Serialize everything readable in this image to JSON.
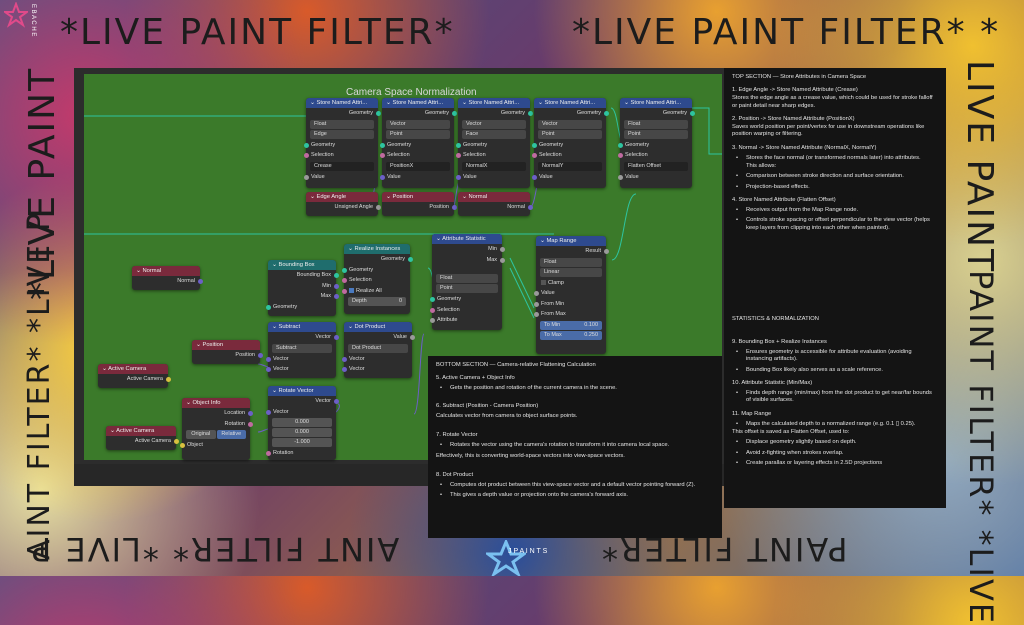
{
  "overlay": {
    "top_left": "*LIVE PAINT FILTER*",
    "top_right": "*LIVE PAINT FILTER* *",
    "left_vertical_1": "*LIVE PAINT",
    "left_vertical_2": "AINT FILTER* *LIVE P",
    "right_vertical_1": "LIVE PAINT",
    "right_vertical_2": "PAINT FILTER* *LIVE",
    "bottom_left": "AINT FILTER* *LIVE P",
    "bottom_right": "PAINT FILTER*",
    "brand_small_top": "E B A C H E",
    "brand_small_bottom": "J    P A I N T S"
  },
  "editor": {
    "frame_label": "Camera Space Normalization"
  },
  "nodes": {
    "store1": {
      "title": "Store Named Attri...",
      "out": "Geometry",
      "type": "Float",
      "domain": "Edge",
      "in_geo": "Geometry",
      "in_sel": "Selection",
      "name": "Crease",
      "in_val": "Value"
    },
    "store2": {
      "title": "Store Named Attri...",
      "out": "Geometry",
      "type": "Vector",
      "domain": "Point",
      "in_geo": "Geometry",
      "in_sel": "Selection",
      "name": "PositionX",
      "in_val": "Value"
    },
    "store3": {
      "title": "Store Named Attri...",
      "out": "Geometry",
      "type": "Vector",
      "domain": "Face",
      "in_geo": "Geometry",
      "in_sel": "Selection",
      "name": "NormalX",
      "in_val": "Value"
    },
    "store4": {
      "title": "Store Named Attri...",
      "out": "Geometry",
      "type": "Vector",
      "domain": "Point",
      "in_geo": "Geometry",
      "in_sel": "Selection",
      "name": "NormalY",
      "in_val": "Value"
    },
    "store5": {
      "title": "Store Named Attri...",
      "out": "Geometry",
      "type": "Float",
      "domain": "Point",
      "in_geo": "Geometry",
      "in_sel": "Selection",
      "name": "Flatten Offset",
      "in_val": "Value"
    },
    "edge_angle": {
      "title": "Edge Angle",
      "out": "Unsigned Angle"
    },
    "position_top": {
      "title": "Position",
      "out": "Position"
    },
    "normal_top": {
      "title": "Normal",
      "out": "Normal"
    },
    "normal_left": {
      "title": "Normal",
      "out": "Normal"
    },
    "bbox": {
      "title": "Bounding Box",
      "out1": "Bounding Box",
      "out2": "Min",
      "out3": "Max",
      "in1": "Geometry"
    },
    "realize": {
      "title": "Realize Instances",
      "out": "Geometry",
      "in_geo": "Geometry",
      "in_sel": "Selection",
      "chk": "Realize All",
      "depth_label": "Depth",
      "depth_val": "0"
    },
    "attr_stat": {
      "title": "Attribute Statistic",
      "out1": "Min",
      "out2": "Max",
      "type": "Float",
      "domain": "Point",
      "in_geo": "Geometry",
      "in_sel": "Selection",
      "in_attr": "Attribute"
    },
    "map_range": {
      "title": "Map Range",
      "out": "Result",
      "type": "Float",
      "interp": "Linear",
      "clamp": "Clamp",
      "in_val": "Value",
      "from_min": "From Min",
      "from_max": "From Max",
      "to_min_label": "To Min",
      "to_min": "0.100",
      "to_max_label": "To Max",
      "to_max": "0.250"
    },
    "position_mid": {
      "title": "Position",
      "out": "Position"
    },
    "subtract": {
      "title": "Subtract",
      "out": "Vector",
      "op": "Subtract",
      "in1": "Vector",
      "in2": "Vector"
    },
    "dot": {
      "title": "Dot Product",
      "out": "Value",
      "op": "Dot Product",
      "in1": "Vector",
      "in2": "Vector"
    },
    "active_cam1": {
      "title": "Active Camera",
      "out": "Active Camera"
    },
    "active_cam2": {
      "title": "Active Camera",
      "out": "Active Camera"
    },
    "obj_info": {
      "title": "Object Info",
      "out1": "Location",
      "out2": "Rotation",
      "btn1": "Original",
      "btn2": "Relative",
      "in1": "Object"
    },
    "rotate": {
      "title": "Rotate Vector",
      "out": "Vector",
      "in_vec": "Vector",
      "x": "0.000",
      "y": "0.000",
      "z": "-1.000",
      "in_rot": "Rotation"
    }
  },
  "top_panel": {
    "title": "TOP SECTION — Store Attributes in Camera Space",
    "s1_head": "1. Edge Angle -> Store Named Attribute (Crease)",
    "s1_body": "Stores the edge angle as a crease value, which could be used for stroke falloff or paint detail near sharp edges.",
    "s2_head": "2. Position -> Store Named Attribute (PositionX)",
    "s2_body": "Saves world position per point/vertex for use in downstream operations like position warping or filtering.",
    "s3_head": "3. Normal -> Store Named Attribute (NormalX, NormalY)",
    "s3_b1": "Stores the face normal (or transformed normals later) into attributes.",
    "s3_allows": "This allows:",
    "s3_b2": "Comparison between stroke direction and surface      orientation.",
    "s3_b3": "Projection-based effects.",
    "s4_head": "4. Store Named Attribute (Flatten Offset)",
    "s4_b1": "Receives output from the Map Range node.",
    "s4_b2": "Controls stroke spacing or offset perpendicular to the view vector (helps keep layers from clipping into each other when painted).",
    "stats_head": "STATISTICS & NORMALIZATION",
    "s9_head": "9. Bounding Box + Realize Instances",
    "s9_b1": "Ensures geometry is accessible for attribute evaluation (avoiding instancing artifacts).",
    "s9_b2": "Bounding Box likely also serves as a scale reference.",
    "s10_head": "10. Attribute Statistic (Min/Max)",
    "s10_b1": "Finds depth range (min/max) from the dot product to get near/far bounds of visible surfaces.",
    "s11_head": "11. Map Range",
    "s11_b1": "Maps the calculated depth to a normalized range (e.g. 0.1 ▯ 0.25).",
    "s11_body": "This offset is saved as Flatten Offset, used to:",
    "s11_b2": "Displace geometry slightly based on depth.",
    "s11_b3": "Avoid z-fighting when strokes overlap.",
    "s11_b4": "Create parallax or layering effects in 2.5D projections"
  },
  "bottom_panel": {
    "title": "BOTTOM SECTION — Camera-relative Flattening Calculation",
    "s5_head": "5. Active Camera + Object Info",
    "s5_b1": "Gets the position and rotation of the current camera in the scene.",
    "s6_head": "6. Subtract (Position - Camera Position)",
    "s6_body": "Calculates vector from camera to object surface points.",
    "s7_head": "7. Rotate Vector",
    "s7_b1": "Rotates the vector using the camera's rotation to transform it into camera local space.",
    "s7_body": "Effectively, this is converting world-space vectors into view-space vectors.",
    "s8_head": "8. Dot Product",
    "s8_b1": "Computes dot product between this view-space vector and a default vector pointing forward (Z).",
    "s8_b2": "This gives a depth value or projection onto the camera's forward axis."
  }
}
